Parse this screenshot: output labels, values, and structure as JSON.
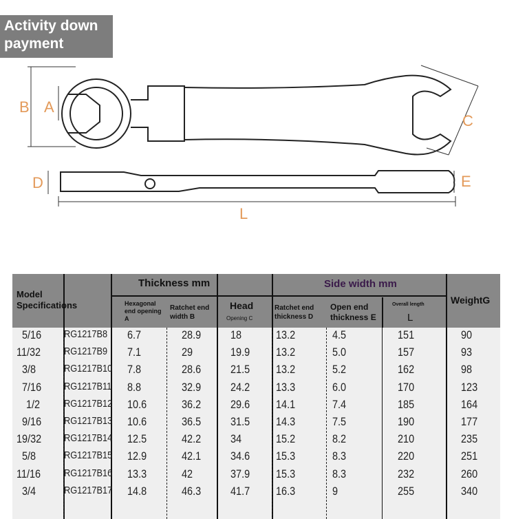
{
  "badge": {
    "line1": "Activity down",
    "line2": "payment"
  },
  "dimensions": {
    "A": "A",
    "B": "B",
    "C": "C",
    "D": "D",
    "E": "E",
    "L": "L"
  },
  "colors": {
    "dimension": "#e39a5a",
    "header_bg": "#888888",
    "body_bg": "#efefef"
  },
  "table": {
    "headers": {
      "model": "Model",
      "spec": "Specifications",
      "thickness": "Thickness mm",
      "side_width": "Side width mm",
      "weight": "WeightG",
      "hex1": "Hexagonal",
      "hex2": "end opening",
      "hex3": "A",
      "ratchet_w1": "Ratchet end",
      "ratchet_w2": "width B",
      "head": "Head",
      "head_sub": "Opening C",
      "ratchet_t1": "Ratchet end",
      "ratchet_t2": "thickness D",
      "open_t1": "Open end",
      "open_t2": "thickness E",
      "overall": "Overall length",
      "overall_L": "L"
    },
    "rows": [
      [
        "5/16",
        "RG1217B8",
        "6.7",
        "28.9",
        "18",
        "13.2",
        "4.5",
        "151",
        "90"
      ],
      [
        "11/32",
        "RG1217B9",
        "7.1",
        "29",
        "19.9",
        "13.2",
        "5.0",
        "157",
        "93"
      ],
      [
        "3/8",
        "RG1217B10",
        "7.8",
        "28.6",
        "21.5",
        "13.2",
        "5.2",
        "162",
        "98"
      ],
      [
        "7/16",
        "RG1217B11",
        "8.8",
        "32.9",
        "24.2",
        "13.3",
        "6.0",
        "170",
        "123"
      ],
      [
        "1/2",
        "RG1217B12",
        "10.6",
        "36.2",
        "29.6",
        "14.1",
        "7.4",
        "185",
        "164"
      ],
      [
        "9/16",
        "RG1217B13",
        "10.6",
        "36.5",
        "31.5",
        "14.3",
        "7.5",
        "190",
        "177"
      ],
      [
        "19/32",
        "RG1217B14",
        "12.5",
        "42.2",
        "34",
        "15.2",
        "8.2",
        "210",
        "235"
      ],
      [
        "5/8",
        "RG1217B15",
        "12.9",
        "42.1",
        "34.6",
        "15.3",
        "8.3",
        "220",
        "251"
      ],
      [
        "11/16",
        "RG1217B16",
        "13.3",
        "42",
        "37.9",
        "15.3",
        "8.3",
        "232",
        "260"
      ],
      [
        "3/4",
        "RG1217B17",
        "14.8",
        "46.3",
        "41.7",
        "16.3",
        "9",
        "255",
        "340"
      ]
    ]
  }
}
